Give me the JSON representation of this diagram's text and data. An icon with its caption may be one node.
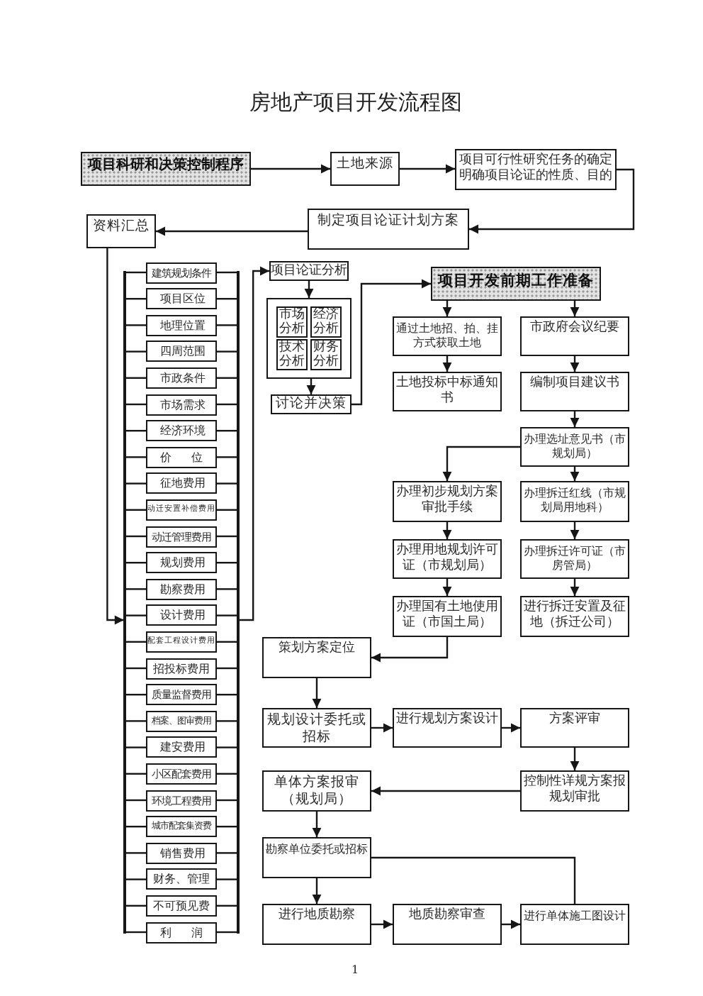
{
  "diagram": {
    "title": "房地产项目开发流程图",
    "nodes": [
      {
        "text": [
          "项目科研和决策控制程序"
        ]
      },
      {
        "text": [
          "土地来源"
        ]
      },
      {
        "text": [
          "项目可行性研究任务的确定明确项目论证的性质、目的"
        ]
      },
      {
        "text": [
          "制定项目论证计划方案"
        ]
      },
      {
        "text": [
          "资料汇总"
        ]
      },
      {
        "text": [
          "建筑规划条件"
        ]
      },
      {
        "text": [
          "项目区位"
        ]
      },
      {
        "text": [
          "地理位置"
        ]
      },
      {
        "text": [
          "四周范围"
        ]
      },
      {
        "text": [
          "市政条件"
        ]
      },
      {
        "text": [
          "市场需求"
        ]
      },
      {
        "text": [
          "经济环境"
        ]
      },
      {
        "text": [
          "价位"
        ]
      },
      {
        "text": [
          "征地费用"
        ]
      },
      {
        "text": [
          "动迁安置补偿费用"
        ]
      },
      {
        "text": [
          "动迁管理费用"
        ]
      },
      {
        "text": [
          "规划费用"
        ]
      },
      {
        "text": [
          "勘察费用"
        ]
      },
      {
        "text": [
          "设计费用"
        ]
      },
      {
        "text": [
          "配套工程设计费用"
        ]
      },
      {
        "text": [
          "招投标费用"
        ]
      },
      {
        "text": [
          "质量监督费用"
        ]
      },
      {
        "text": [
          "档案、图审费用"
        ]
      },
      {
        "text": [
          "建安费用"
        ]
      },
      {
        "text": [
          "小区配套费用"
        ]
      },
      {
        "text": [
          "环境工程费用"
        ]
      },
      {
        "text": [
          "城市配套集资费"
        ]
      },
      {
        "text": [
          "销售费用"
        ]
      },
      {
        "text": [
          "财务、管理"
        ]
      },
      {
        "text": [
          "不可预见费"
        ]
      },
      {
        "text": [
          "利润"
        ]
      },
      {
        "text": [
          "项目论证分析"
        ]
      },
      {
        "text": [],
        "shape": "box"
      },
      {
        "text": [
          "市场分析"
        ],
        "in": 32
      },
      {
        "text": [
          "经济分析"
        ],
        "in": 32
      },
      {
        "text": [
          "技术分析"
        ],
        "in": 32
      },
      {
        "text": [
          "财务分析"
        ],
        "in": 32
      },
      {
        "text": [
          "讨论并决策"
        ]
      },
      {
        "text": [
          "项目开发前期工作准备"
        ]
      },
      {
        "text": [
          "通过土地招、拍、挂方式获取土地"
        ]
      },
      {
        "text": [
          "市政府会议纪要"
        ]
      },
      {
        "text": [
          "土地投标中标通知书"
        ]
      },
      {
        "text": [
          "编制项目建议书"
        ]
      },
      {
        "text": [
          "办理选址意见书（市规划局）"
        ]
      },
      {
        "text": [
          "办理初步规划方案审批手续"
        ]
      },
      {
        "text": [
          "办理拆迁红线（市规划局用地科）"
        ]
      },
      {
        "text": [
          "办理用地规划许可证（市规划局）"
        ]
      },
      {
        "text": [
          "办理拆迁许可证（市房管局）"
        ]
      },
      {
        "text": [
          "办理国有土地使用证（市国土局）"
        ]
      },
      {
        "text": [
          "进行拆迁安置及征地（拆迁公司）"
        ]
      },
      {
        "text": [
          "策划方案定位"
        ]
      },
      {
        "text": [
          "规划设计委托或招标"
        ]
      },
      {
        "text": [
          "进行规划方案设计"
        ]
      },
      {
        "text": [
          "方案评审"
        ]
      },
      {
        "text": [
          "控制性详规方案报规划审批"
        ]
      },
      {
        "text": [
          "单体方案报审（规划局）"
        ]
      },
      {
        "text": [
          "勘察单位委托或招标"
        ]
      },
      {
        "text": [
          "进行地质勘察"
        ]
      },
      {
        "text": [
          "地质勘察审查"
        ]
      },
      {
        "text": [
          "进行单体施工图设计"
        ]
      },
      {
        "text": [],
        "shape": "bar"
      },
      {
        "text": [],
        "shape": "bar"
      }
    ],
    "edges": [
      {
        "from": 0,
        "to": 1,
        "arrow": "to"
      },
      {
        "from": 1,
        "to": 2,
        "arrow": "to"
      },
      {
        "from": 2,
        "to": 3,
        "arrow": "to"
      },
      {
        "from": 3,
        "to": 4,
        "arrow": "to"
      },
      {
        "from": 4,
        "to": 60,
        "arrow": "to"
      },
      {
        "from": 60,
        "to": 5,
        "arrow": "none"
      },
      {
        "from": 60,
        "to": 6,
        "arrow": "none"
      },
      {
        "from": 60,
        "to": 7,
        "arrow": "none"
      },
      {
        "from": 60,
        "to": 8,
        "arrow": "none"
      },
      {
        "from": 60,
        "to": 9,
        "arrow": "none"
      },
      {
        "from": 60,
        "to": 10,
        "arrow": "none"
      },
      {
        "from": 60,
        "to": 11,
        "arrow": "none"
      },
      {
        "from": 60,
        "to": 12,
        "arrow": "none"
      },
      {
        "from": 60,
        "to": 13,
        "arrow": "none"
      },
      {
        "from": 60,
        "to": 14,
        "arrow": "none"
      },
      {
        "from": 60,
        "to": 15,
        "arrow": "none"
      },
      {
        "from": 60,
        "to": 16,
        "arrow": "none"
      },
      {
        "from": 60,
        "to": 17,
        "arrow": "none"
      },
      {
        "from": 60,
        "to": 18,
        "arrow": "none"
      },
      {
        "from": 60,
        "to": 19,
        "arrow": "none"
      },
      {
        "from": 60,
        "to": 20,
        "arrow": "none"
      },
      {
        "from": 60,
        "to": 21,
        "arrow": "none"
      },
      {
        "from": 60,
        "to": 22,
        "arrow": "none"
      },
      {
        "from": 60,
        "to": 23,
        "arrow": "none"
      },
      {
        "from": 60,
        "to": 24,
        "arrow": "none"
      },
      {
        "from": 60,
        "to": 25,
        "arrow": "none"
      },
      {
        "from": 60,
        "to": 26,
        "arrow": "none"
      },
      {
        "from": 60,
        "to": 27,
        "arrow": "none"
      },
      {
        "from": 60,
        "to": 28,
        "arrow": "none"
      },
      {
        "from": 60,
        "to": 29,
        "arrow": "none"
      },
      {
        "from": 60,
        "to": 30,
        "arrow": "none"
      },
      {
        "from": 5,
        "to": 61,
        "arrow": "none"
      },
      {
        "from": 6,
        "to": 61,
        "arrow": "none"
      },
      {
        "from": 7,
        "to": 61,
        "arrow": "none"
      },
      {
        "from": 8,
        "to": 61,
        "arrow": "none"
      },
      {
        "from": 9,
        "to": 61,
        "arrow": "none"
      },
      {
        "from": 10,
        "to": 61,
        "arrow": "none"
      },
      {
        "from": 11,
        "to": 61,
        "arrow": "none"
      },
      {
        "from": 12,
        "to": 61,
        "arrow": "none"
      },
      {
        "from": 13,
        "to": 61,
        "arrow": "none"
      },
      {
        "from": 14,
        "to": 61,
        "arrow": "none"
      },
      {
        "from": 15,
        "to": 61,
        "arrow": "none"
      },
      {
        "from": 16,
        "to": 61,
        "arrow": "none"
      },
      {
        "from": 17,
        "to": 61,
        "arrow": "none"
      },
      {
        "from": 18,
        "to": 61,
        "arrow": "none"
      },
      {
        "from": 19,
        "to": 61,
        "arrow": "none"
      },
      {
        "from": 20,
        "to": 61,
        "arrow": "none"
      },
      {
        "from": 21,
        "to": 61,
        "arrow": "none"
      },
      {
        "from": 22,
        "to": 61,
        "arrow": "none"
      },
      {
        "from": 23,
        "to": 61,
        "arrow": "none"
      },
      {
        "from": 24,
        "to": 61,
        "arrow": "none"
      },
      {
        "from": 25,
        "to": 61,
        "arrow": "none"
      },
      {
        "from": 26,
        "to": 61,
        "arrow": "none"
      },
      {
        "from": 27,
        "to": 61,
        "arrow": "none"
      },
      {
        "from": 28,
        "to": 61,
        "arrow": "none"
      },
      {
        "from": 29,
        "to": 61,
        "arrow": "none"
      },
      {
        "from": 30,
        "to": 61,
        "arrow": "none"
      },
      {
        "from": 61,
        "to": 31,
        "arrow": "to"
      },
      {
        "from": 31,
        "to": 32,
        "arrow": "to"
      },
      {
        "from": 32,
        "to": 37,
        "arrow": "to"
      },
      {
        "from": 37,
        "to": 38,
        "arrow": "to"
      },
      {
        "from": 38,
        "to": 39,
        "arrow": "to"
      },
      {
        "from": 38,
        "to": 40,
        "arrow": "to"
      },
      {
        "from": 39,
        "to": 41,
        "arrow": "to"
      },
      {
        "from": 40,
        "to": 42,
        "arrow": "to"
      },
      {
        "from": 42,
        "to": 43,
        "arrow": "to"
      },
      {
        "from": 43,
        "to": 44,
        "arrow": "to"
      },
      {
        "from": 43,
        "to": 45,
        "arrow": "to"
      },
      {
        "from": 44,
        "to": 46,
        "arrow": "to"
      },
      {
        "from": 45,
        "to": 47,
        "arrow": "to"
      },
      {
        "from": 46,
        "to": 48,
        "arrow": "to"
      },
      {
        "from": 47,
        "to": 49,
        "arrow": "to"
      },
      {
        "from": 48,
        "to": 50,
        "arrow": "to"
      },
      {
        "from": 50,
        "to": 51,
        "arrow": "to"
      },
      {
        "from": 51,
        "to": 52,
        "arrow": "to"
      },
      {
        "from": 52,
        "to": 53,
        "arrow": "to"
      },
      {
        "from": 53,
        "to": 54,
        "arrow": "to"
      },
      {
        "from": 54,
        "to": 55,
        "arrow": "to"
      },
      {
        "from": 55,
        "to": 56,
        "arrow": "to"
      },
      {
        "from": 56,
        "to": 57,
        "arrow": "to"
      },
      {
        "from": 57,
        "to": 58,
        "arrow": "to"
      },
      {
        "from": 58,
        "to": 59,
        "arrow": "to"
      },
      {
        "from": 56,
        "to": 59,
        "arrow": "none"
      }
    ],
    "labels": [
      "1"
    ]
  }
}
